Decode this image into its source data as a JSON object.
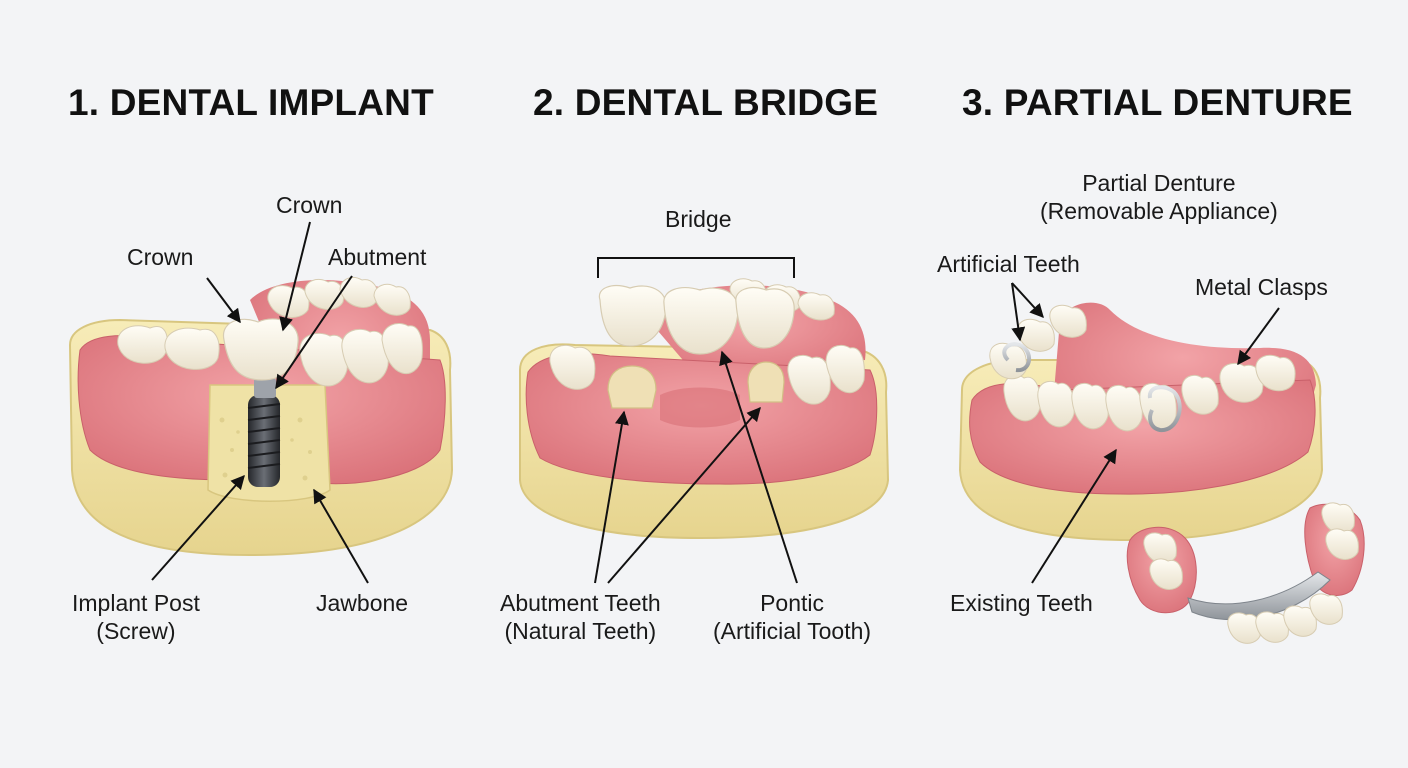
{
  "panels": {
    "implant": {
      "title": "1. DENTAL IMPLANT",
      "labels": {
        "crown_top": "Crown",
        "crown_left": "Crown",
        "abutment": "Abutment",
        "implant_post_line1": "Implant Post",
        "implant_post_line2": "(Screw)",
        "jawbone": "Jawbone"
      }
    },
    "bridge": {
      "title": "2. DENTAL BRIDGE",
      "labels": {
        "bridge": "Bridge",
        "abutment_teeth_line1": "Abutment Teeth",
        "abutment_teeth_line2": "(Natural Teeth)",
        "pontic_line1": "Pontic",
        "pontic_line2": "(Artificial Tooth)"
      }
    },
    "denture": {
      "title": "3. PARTIAL DENTURE",
      "labels": {
        "denture_line1": "Partial Denture",
        "denture_line2": "(Removable Appliance)",
        "artificial_teeth": "Artificial Teeth",
        "metal_clasps": "Metal Clasps",
        "existing_teeth": "Existing Teeth"
      }
    }
  },
  "colors": {
    "gum": "#e8858a",
    "gum_dark": "#d36b73",
    "base": "#f1e3a6",
    "base_dark": "#e2cf86",
    "tooth": "#f7f2e4",
    "metal": "#b8bcc2",
    "implant": "#3a3d42",
    "bone": "#eadc9c"
  }
}
